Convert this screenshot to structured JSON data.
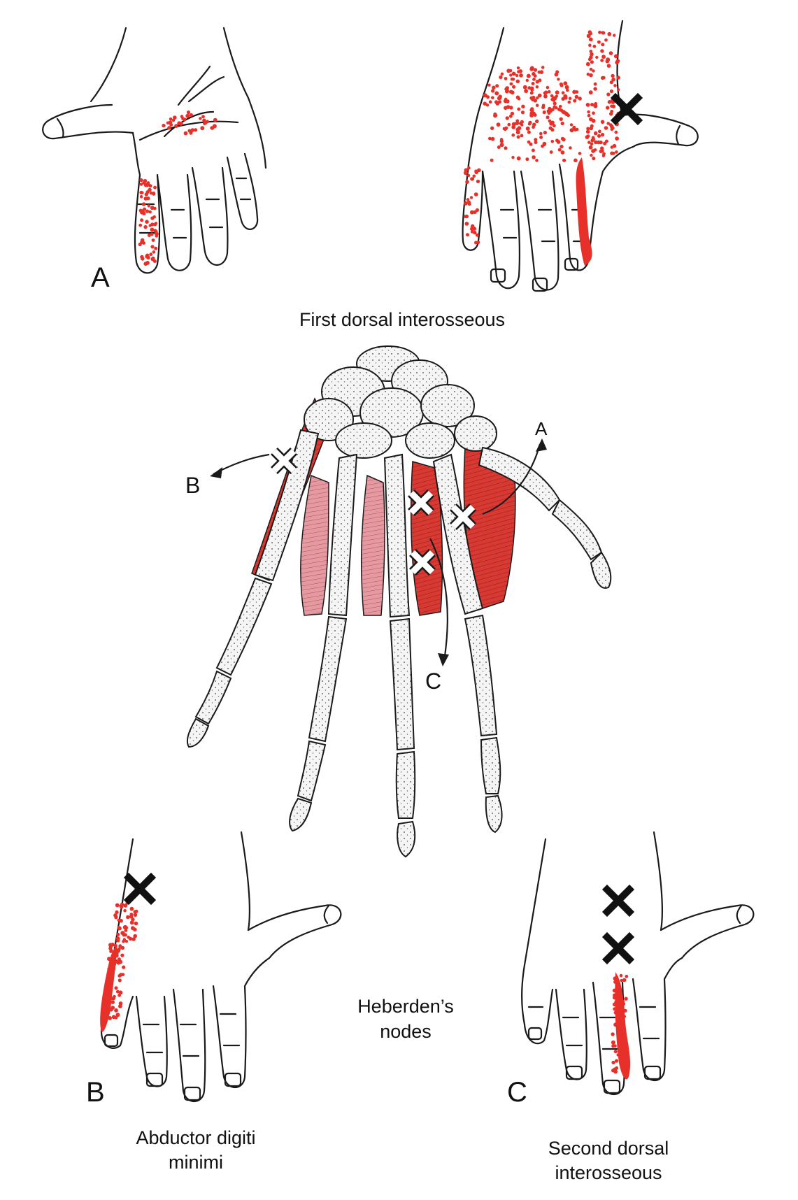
{
  "panels": {
    "a": {
      "letter": "A",
      "caption": "First dorsal interosseous"
    },
    "b": {
      "letter": "B",
      "caption_line1": "Abductor digiti",
      "caption_line2": "minimi"
    },
    "c": {
      "letter": "C",
      "caption_line1": "Second dorsal",
      "caption_line2": "interosseous"
    }
  },
  "center_note": {
    "line1": "Heberden’s",
    "line2": "nodes"
  },
  "skeleton_labels": {
    "a": "A",
    "b": "B",
    "c": "C"
  },
  "colors": {
    "referred_pain": "#e8302b",
    "muscle_dark": "#d83a33",
    "muscle_light": "#e59aa2",
    "trigger_point_black": "#111111",
    "trigger_point_white": "#ffffff",
    "outline": "#1a1a1a",
    "bone_fill": "#f4f4f4"
  }
}
